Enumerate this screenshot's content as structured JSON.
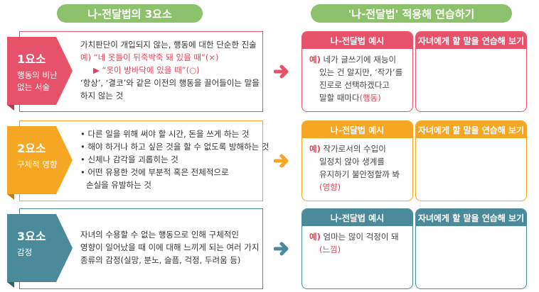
{
  "headers": {
    "left": "나-전달법의 3요소",
    "right": "'나-전달법' 적용해 연습하기"
  },
  "colors": {
    "red": "#e6526a",
    "orange": "#f5a623",
    "teal": "#4a8a9b",
    "green": "#8cc26b"
  },
  "rows": [
    {
      "tag_title": "1요소",
      "tag_sub": [
        "행동의 비난",
        "없는 서술"
      ],
      "lines": [
        "가치판단이 개입되지 않는, 행동에 대한 단순한 진술",
        "예) “네 옷들이 뒤죽박죽 돼 있을 때”(×)",
        "▶ “옷이 방바닥에 있을 때”(○)",
        "‘항상’, ‘결코’와 같은 이전의 행동을 끌어들이는 말을",
        "하지 않는 것"
      ],
      "example_title": "나-전달법 예시",
      "example_lead": "예)",
      "example_lines": [
        "네가 글쓰기에 재능이",
        "있는 건 알지만, ‘작가’를",
        "진로로 선택하겠다고",
        "말할 때마다"
      ],
      "example_tag": "(행동)",
      "practice_title": "자녀에게 할 말을 연습해 보기"
    },
    {
      "tag_title": "2요소",
      "tag_sub": [
        "구체적 영향"
      ],
      "lines": [
        "• 다른 일을 위해 써야 할 시간, 돈을 쓰게 하는 것",
        "• 해야 하거나 하고 싶은 것을 할 수 없도록 방해하는 것",
        "• 신체나 감각을 괴롭히는 것",
        "• 어떤 유용한 것에 부분적 혹은 전체적으로",
        "손실을 유발하는 것"
      ],
      "example_title": "나-전달법 예시",
      "example_lead": "예)",
      "example_lines": [
        "작가로서의 수입이",
        "일정치 않아 생계를",
        "유지하기 불안정할까 봐"
      ],
      "example_tag": "(영향)",
      "practice_title": "자녀에게 할 말을 연습해 보기"
    },
    {
      "tag_title": "3요소",
      "tag_sub": [
        "감정"
      ],
      "lines": [
        "자녀의 수용할 수 없는 행동으로 인해 구체적인",
        "영향이 일어났을 때 이에 대해 느끼게 되는 여러 가지",
        "종류의 감정(실망, 분노, 슬픔, 걱정, 두려움 등)"
      ],
      "example_title": "나-전달법 예시",
      "example_lead": "예)",
      "example_lines": [
        "엄마는 많이 걱정이 돼"
      ],
      "example_tag": "(느낌)",
      "practice_title": "자녀에게 할 말을 연습해 보기"
    }
  ]
}
